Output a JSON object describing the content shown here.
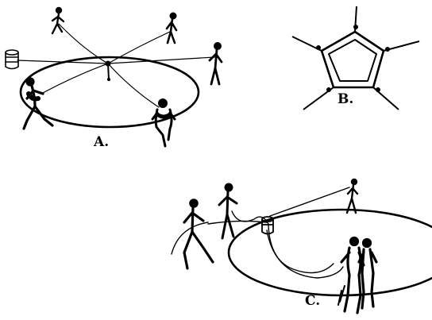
{
  "panels": [
    {
      "id": "a",
      "label": "A."
    },
    {
      "id": "b",
      "label": "B."
    },
    {
      "id": "c",
      "label": "C."
    }
  ]
}
